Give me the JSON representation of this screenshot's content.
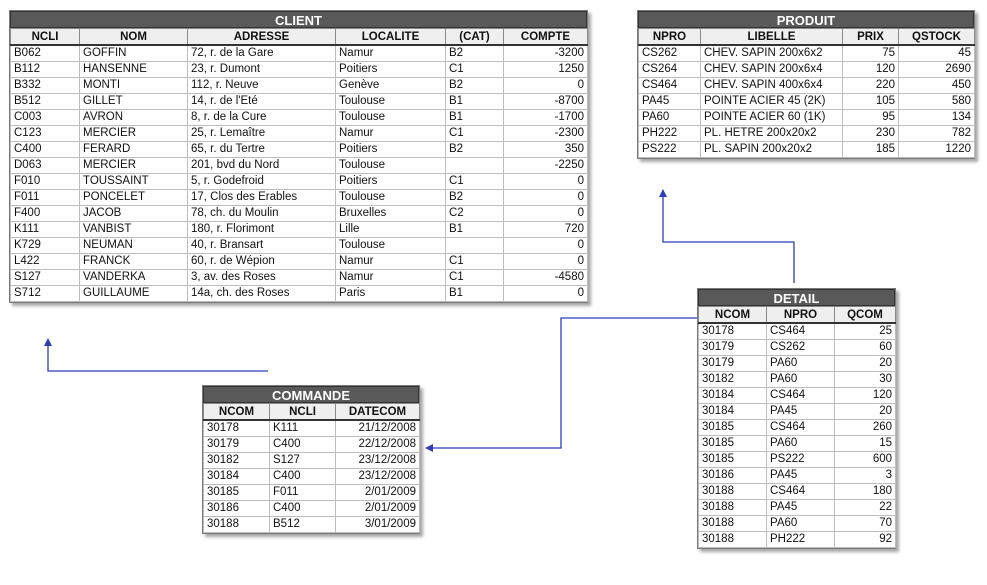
{
  "client": {
    "title": "CLIENT",
    "headers": [
      "NCLI",
      "NOM",
      "ADRESSE",
      "LOCALITE",
      "(CAT)",
      "COMPTE"
    ],
    "rows": [
      [
        "B062",
        "GOFFIN",
        "72, r. de la Gare",
        "Namur",
        "B2",
        "-3200"
      ],
      [
        "B112",
        "HANSENNE",
        "23, r. Dumont",
        "Poitiers",
        "C1",
        "1250"
      ],
      [
        "B332",
        "MONTI",
        "112, r. Neuve",
        "Genève",
        "B2",
        "0"
      ],
      [
        "B512",
        "GILLET",
        "14, r. de l'Eté",
        "Toulouse",
        "B1",
        "-8700"
      ],
      [
        "C003",
        "AVRON",
        "8, r. de la Cure",
        "Toulouse",
        "B1",
        "-1700"
      ],
      [
        "C123",
        "MERCIER",
        "25, r. Lemaître",
        "Namur",
        "C1",
        "-2300"
      ],
      [
        "C400",
        "FERARD",
        "65, r. du Tertre",
        "Poitiers",
        "B2",
        "350"
      ],
      [
        "D063",
        "MERCIER",
        "201, bvd du Nord",
        "Toulouse",
        "",
        "-2250"
      ],
      [
        "F010",
        "TOUSSAINT",
        "5, r. Godefroid",
        "Poitiers",
        "C1",
        "0"
      ],
      [
        "F011",
        "PONCELET",
        "17, Clos des Erables",
        "Toulouse",
        "B2",
        "0"
      ],
      [
        "F400",
        "JACOB",
        "78, ch. du Moulin",
        "Bruxelles",
        "C2",
        "0"
      ],
      [
        "K111",
        "VANBIST",
        "180, r. Florimont",
        "Lille",
        "B1",
        "720"
      ],
      [
        "K729",
        "NEUMAN",
        "40, r. Bransart",
        "Toulouse",
        "",
        "0"
      ],
      [
        "L422",
        "FRANCK",
        "60, r. de Wépion",
        "Namur",
        "C1",
        "0"
      ],
      [
        "S127",
        "VANDERKA",
        "3, av. des Roses",
        "Namur",
        "C1",
        "-4580"
      ],
      [
        "S712",
        "GUILLAUME",
        "14a, ch. des Roses",
        "Paris",
        "B1",
        "0"
      ]
    ]
  },
  "produit": {
    "title": "PRODUIT",
    "headers": [
      "NPRO",
      "LIBELLE",
      "PRIX",
      "QSTOCK"
    ],
    "rows": [
      [
        "CS262",
        "CHEV. SAPIN 200x6x2",
        "75",
        "45"
      ],
      [
        "CS264",
        "CHEV. SAPIN 200x6x4",
        "120",
        "2690"
      ],
      [
        "CS464",
        "CHEV. SAPIN 400x6x4",
        "220",
        "450"
      ],
      [
        "PA45",
        "POINTE ACIER 45 (2K)",
        "105",
        "580"
      ],
      [
        "PA60",
        "POINTE ACIER 60 (1K)",
        "95",
        "134"
      ],
      [
        "PH222",
        "PL. HETRE 200x20x2",
        "230",
        "782"
      ],
      [
        "PS222",
        "PL. SAPIN 200x20x2",
        "185",
        "1220"
      ]
    ]
  },
  "commande": {
    "title": "COMMANDE",
    "headers": [
      "NCOM",
      "NCLI",
      "DATECOM"
    ],
    "rows": [
      [
        "30178",
        "K111",
        "21/12/2008"
      ],
      [
        "30179",
        "C400",
        "22/12/2008"
      ],
      [
        "30182",
        "S127",
        "23/12/2008"
      ],
      [
        "30184",
        "C400",
        "23/12/2008"
      ],
      [
        "30185",
        "F011",
        "2/01/2009"
      ],
      [
        "30186",
        "C400",
        "2/01/2009"
      ],
      [
        "30188",
        "B512",
        "3/01/2009"
      ]
    ]
  },
  "detail": {
    "title": "DETAIL",
    "headers": [
      "NCOM",
      "NPRO",
      "QCOM"
    ],
    "rows": [
      [
        "30178",
        "CS464",
        "25"
      ],
      [
        "30179",
        "CS262",
        "60"
      ],
      [
        "30179",
        "PA60",
        "20"
      ],
      [
        "30182",
        "PA60",
        "30"
      ],
      [
        "30184",
        "CS464",
        "120"
      ],
      [
        "30184",
        "PA45",
        "20"
      ],
      [
        "30185",
        "CS464",
        "260"
      ],
      [
        "30185",
        "PA60",
        "15"
      ],
      [
        "30185",
        "PS222",
        "600"
      ],
      [
        "30186",
        "PA45",
        "3"
      ],
      [
        "30188",
        "CS464",
        "180"
      ],
      [
        "30188",
        "PA45",
        "22"
      ],
      [
        "30188",
        "PA60",
        "70"
      ],
      [
        "30188",
        "PH222",
        "92"
      ]
    ]
  },
  "colors": {
    "link": "#2a3fb8",
    "title_bar": "#595959"
  }
}
